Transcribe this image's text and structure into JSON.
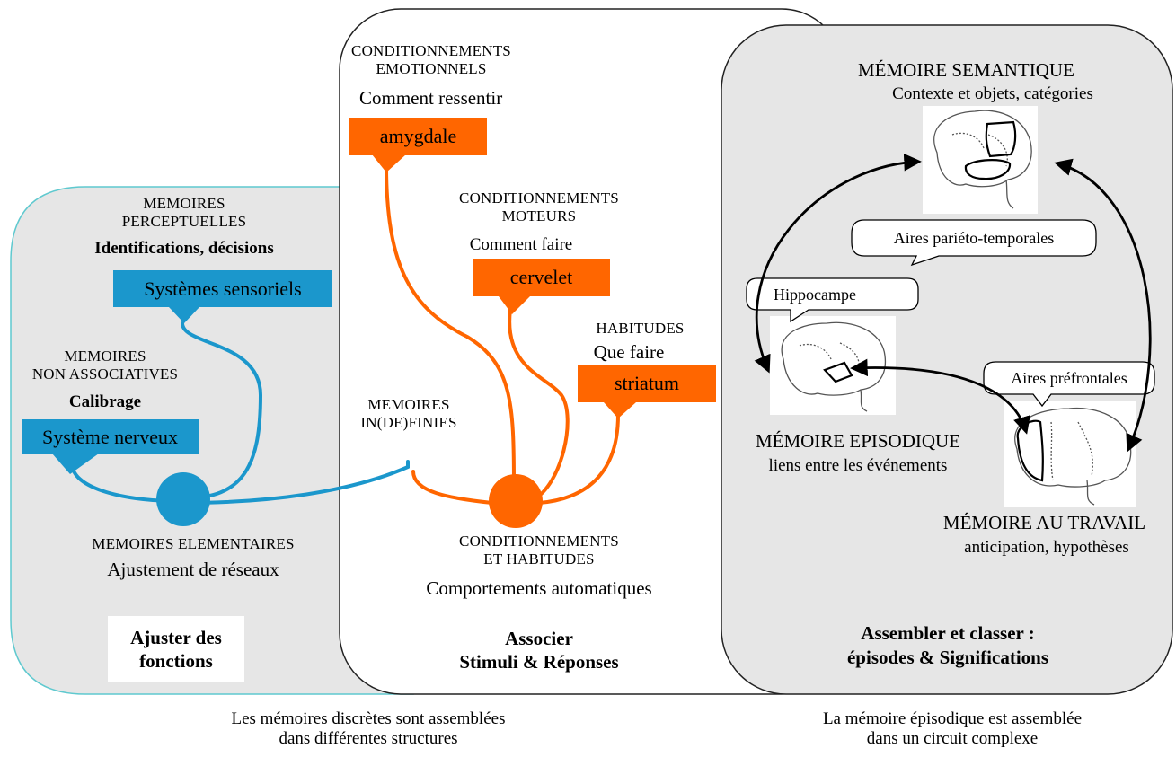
{
  "colors": {
    "blue": "#1b97cc",
    "orange": "#ff6600",
    "grey_panel": "#e6e6e6",
    "teal_border": "#5fc9cf"
  },
  "left_panel": {
    "perceptual": {
      "line1": "MEMOIRES",
      "line2": "PERCEPTUELLES",
      "subtitle": "Identifications, décisions",
      "box": "Systèmes sensoriels"
    },
    "non_assoc": {
      "line1": "MEMOIRES",
      "line2": "NON ASSOCIATIVES",
      "subtitle": "Calibrage",
      "box": "Système nerveux"
    },
    "elementary": {
      "title": "MEMOIRES ELEMENTAIRES",
      "subtitle": "Ajustement de réseaux"
    },
    "footer": {
      "line1": "Ajuster des",
      "line2": "fonctions"
    }
  },
  "middle_panel": {
    "emotional": {
      "line1": "CONDITIONNEMENTS",
      "line2": "EMOTIONNELS",
      "subtitle": "Comment ressentir",
      "box": "amygdale"
    },
    "motor": {
      "line1": "CONDITIONNEMENTS",
      "line2": "MOTEURS",
      "subtitle": "Comment faire",
      "box": "cervelet"
    },
    "habits": {
      "title": "HABITUDES",
      "subtitle": "Que faire",
      "box": "striatum"
    },
    "infinite": {
      "line1": "MEMOIRES",
      "line2": "IN(DE)FINIES"
    },
    "center": {
      "line1": "CONDITIONNEMENTS",
      "line2": "ET HABITUDES",
      "subtitle": "Comportements automatiques"
    },
    "footer": {
      "line1": "Associer",
      "line2": "Stimuli & Réponses"
    }
  },
  "right_panel": {
    "semantic": {
      "title": "MÉMOIRE SEMANTIQUE",
      "subtitle": "Contexte et objets, catégories",
      "callout": "Aires pariéto-temporales"
    },
    "episodic": {
      "title": "MÉMOIRE EPISODIQUE",
      "subtitle": "liens entre les événements",
      "callout": "Hippocampe"
    },
    "working": {
      "title": "MÉMOIRE AU TRAVAIL",
      "subtitle": "anticipation, hypothèses",
      "callout": "Aires préfrontales"
    },
    "footer": {
      "line1": "Assembler et classer :",
      "line2": "épisodes & Significations"
    }
  },
  "captions": {
    "left": {
      "line1": "Les mémoires discrètes sont assemblées",
      "line2": "dans différentes structures"
    },
    "right": {
      "line1": "La mémoire épisodique est assemblée",
      "line2": "dans un circuit complexe"
    }
  }
}
